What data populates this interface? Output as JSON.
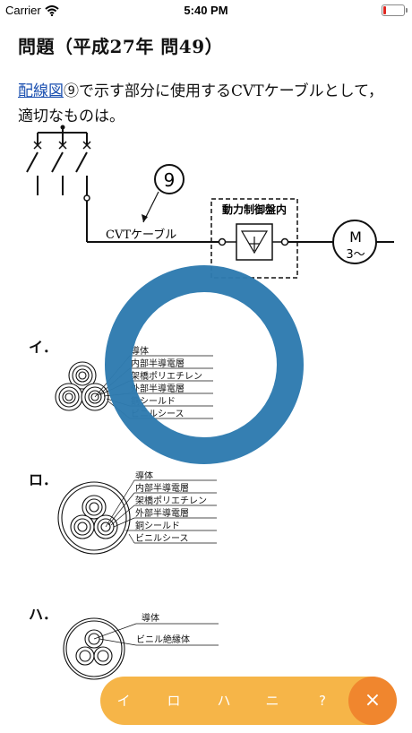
{
  "status_bar": {
    "carrier": "Carrier",
    "time": "5:40 PM"
  },
  "question": {
    "title": "問題（平成27年 問49）",
    "link_text": "配線図",
    "body_text": "⑨で示す部分に使用するCVTケーブルとして，適切なものは。"
  },
  "diagram": {
    "marker": "9",
    "cable_label": "CVTケーブル",
    "panel_label": "動力制御盤内",
    "motor_label": "M",
    "motor_sub": "3〜"
  },
  "options": [
    {
      "label": "イ．",
      "layers": [
        "導体",
        "内部半導電層",
        "架橋ポリエチレン",
        "外部半導電層",
        "銅シールド",
        "ビニルシース"
      ]
    },
    {
      "label": "ロ．",
      "layers": [
        "導体",
        "内部半導電層",
        "架橋ポリエチレン",
        "外部半導電層",
        "銅シールド",
        "ビニルシース"
      ]
    },
    {
      "label": "ハ．",
      "layers": [
        "導体",
        "ビニル絶縁体"
      ]
    }
  ],
  "answer_bar": {
    "choices": [
      "イ",
      "ロ",
      "ハ",
      "ニ",
      "?"
    ],
    "close": "×"
  },
  "colors": {
    "accent_orange": "#f6b548",
    "close_orange": "#f0862e",
    "spinner_blue": "#2e7bb0",
    "link_blue": "#1a4fb0"
  }
}
